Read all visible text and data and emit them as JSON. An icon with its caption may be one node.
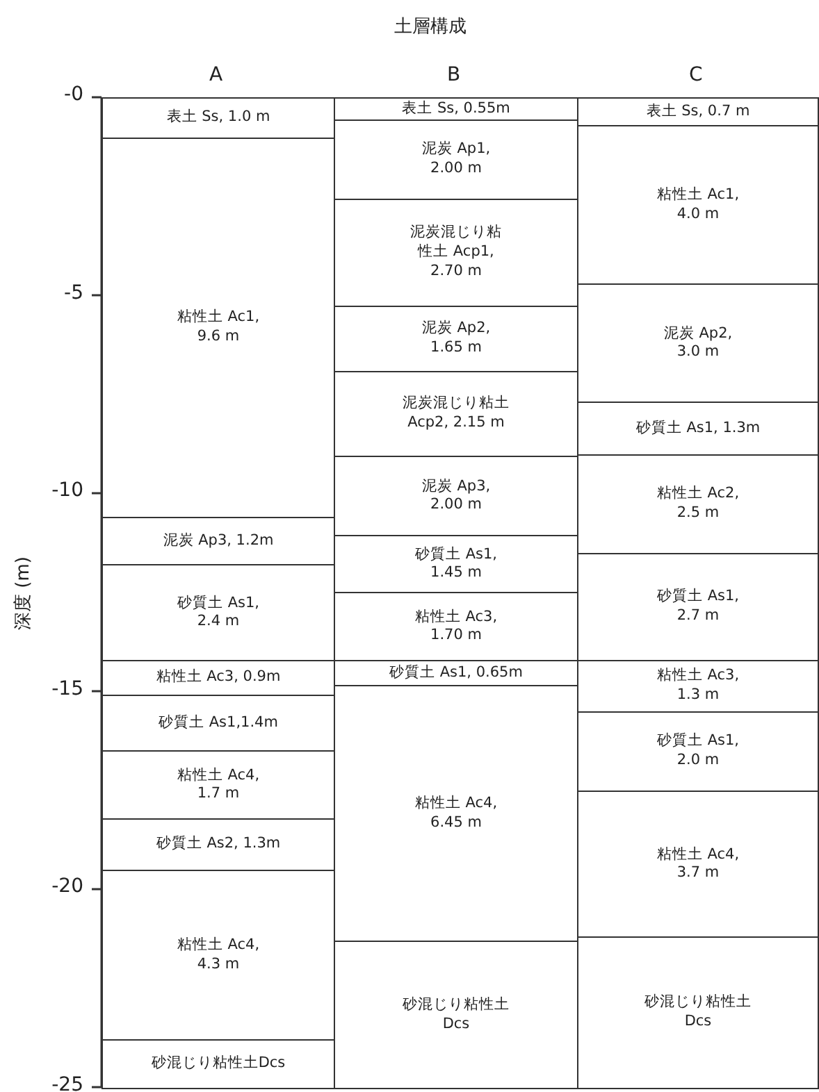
{
  "diagram": {
    "title": "土層構成",
    "nodes": [
      {
        "text": [
          "表土 Ss, 1.0 m"
        ]
      },
      {
        "text": [
          "粘性土 Ac1, 9.6 m"
        ]
      },
      {
        "text": [
          "泥炭 Ap3, 1.2m"
        ]
      },
      {
        "text": [
          "砂質土 As1, 2.4 m"
        ]
      },
      {
        "text": [
          "粘性土 Ac3, 0.9m"
        ]
      },
      {
        "text": [
          "砂質土 As1,1.4m"
        ]
      },
      {
        "text": [
          "粘性土 Ac4, 1.7 m"
        ]
      },
      {
        "text": [
          "砂質土 As2, 1.3m"
        ]
      },
      {
        "text": [
          "粘性土 Ac4, 4.3 m"
        ]
      },
      {
        "text": [
          "砂混じり粘性土Dcs"
        ]
      },
      {
        "text": [
          "表土 Ss, 0.55m"
        ]
      },
      {
        "text": [
          "泥炭 Ap1, 2.00 m"
        ]
      },
      {
        "text": [
          "泥炭混じり粘性土 Acp1, 2.70 m"
        ]
      },
      {
        "text": [
          "泥炭 Ap2, 1.65 m"
        ]
      },
      {
        "text": [
          "泥炭混じり粘土 Acp2, 2.15 m"
        ]
      },
      {
        "text": [
          "泥炭 Ap3, 2.00 m"
        ]
      },
      {
        "text": [
          "砂質土 As1, 1.45 m"
        ]
      },
      {
        "text": [
          "粘性土 Ac3, 1.70 m"
        ]
      },
      {
        "text": [
          "砂質土 As1, 0.65m"
        ]
      },
      {
        "text": [
          "粘性土 Ac4, 6.45 m"
        ]
      },
      {
        "text": [
          "砂混じり粘性土 Dcs"
        ]
      },
      {
        "text": [
          "表土 Ss, 0.7 m"
        ]
      },
      {
        "text": [
          "粘性土 Ac1, 4.0 m"
        ]
      },
      {
        "text": [
          "泥炭 Ap2, 3.0 m"
        ]
      },
      {
        "text": [
          "砂質土 As1, 1.3m"
        ]
      },
      {
        "text": [
          "粘性土 Ac2, 2.5 m"
        ]
      },
      {
        "text": [
          "砂質土 As1, 2.7 m"
        ]
      },
      {
        "text": [
          "粘性土 Ac3, 1.3 m"
        ]
      },
      {
        "text": [
          "砂質土 As1, 2.0 m"
        ]
      },
      {
        "text": [
          "粘性土 Ac4, 3.7 m"
        ]
      },
      {
        "text": [
          "砂混じり粘性土 Dcs"
        ]
      }
    ],
    "labels": [
      "A",
      "B",
      "C",
      "-0",
      "-5",
      "-10",
      "深度 (m)",
      "-15",
      "-20",
      "-25"
    ]
  }
}
